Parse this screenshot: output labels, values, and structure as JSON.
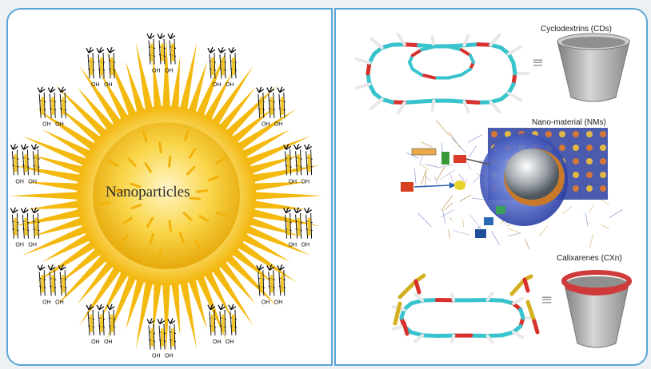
{
  "left": {
    "center_label": "Nanoparticles",
    "group_label": "OH"
  },
  "right": {
    "cd_label": "Cyclodextrins (CDs)",
    "nm_label": "Nano-material (NMs)",
    "cx_label": "Calixarenes (CXn)",
    "equals_symbol": "≡"
  },
  "colors": {
    "border": "#5aa6d6",
    "sun_core": "#f7c51a",
    "ray": "#f4b90f",
    "cd_cup": "#a9a9a9",
    "cx_rim": "#cf3a3a",
    "molecule_carbon": "#39c3cc",
    "molecule_oxygen": "#d8302c"
  }
}
